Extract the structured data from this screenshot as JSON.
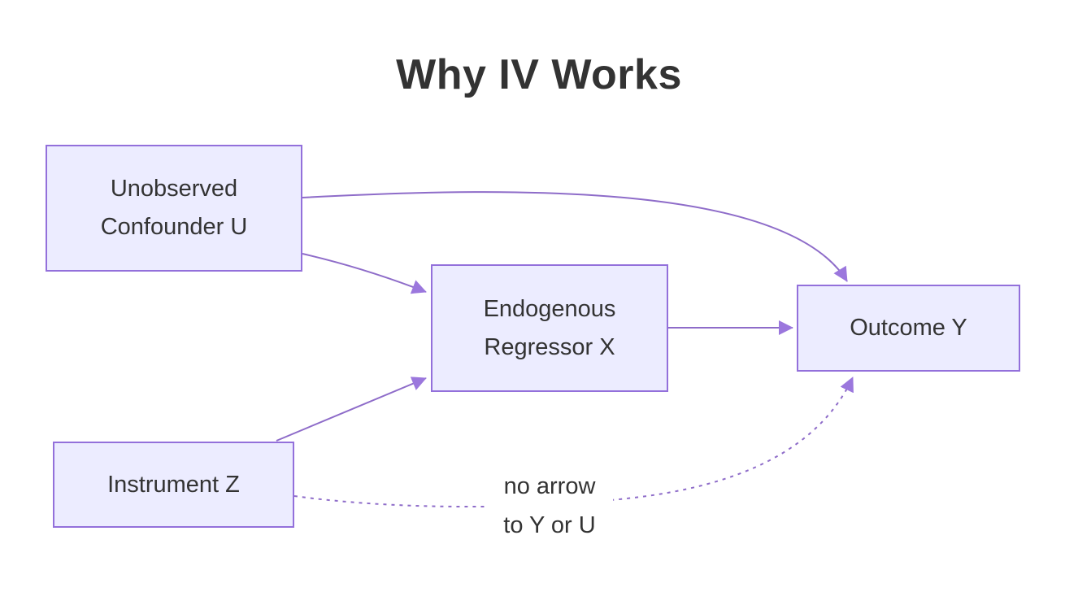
{
  "title": "Why IV Works",
  "colors": {
    "background": "#ffffff",
    "node_fill": "#ECECFF",
    "node_border": "#9370DB",
    "edge_line": "#8E6CC9",
    "arrowhead": "#9B77DD",
    "text": "#333333"
  },
  "nodes": {
    "confounder": {
      "line1": "Unobserved",
      "line2": "Confounder U"
    },
    "regressor": {
      "line1": "Endogenous",
      "line2": "Regressor X"
    },
    "outcome": {
      "label": "Outcome Y"
    },
    "instrument": {
      "label": "Instrument Z"
    }
  },
  "edges": {
    "confounder_to_outcome": {
      "from": "confounder",
      "to": "outcome",
      "style": "solid-curved"
    },
    "confounder_to_regressor": {
      "from": "confounder",
      "to": "regressor",
      "style": "solid"
    },
    "regressor_to_outcome": {
      "from": "regressor",
      "to": "outcome",
      "style": "solid"
    },
    "instrument_to_regressor": {
      "from": "instrument",
      "to": "regressor",
      "style": "solid"
    },
    "instrument_to_outcome": {
      "from": "instrument",
      "to": "outcome",
      "style": "dotted",
      "label_line1": "no arrow",
      "label_line2": "to Y or U"
    }
  }
}
